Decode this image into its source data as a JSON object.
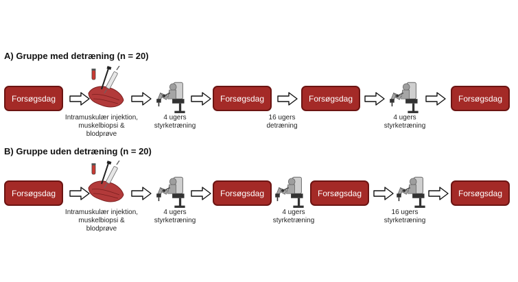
{
  "groups": [
    {
      "title": "A) Gruppe med detræning (n = 20)",
      "boxes": [
        "Forsøgsdag",
        "Forsøgsdag",
        "Forsøgsdag",
        "Forsøgsdag"
      ],
      "captions": [
        [
          "Intramuskulær injektion,",
          "muskelbiopsi &",
          "blodprøve"
        ],
        [
          "4 ugers",
          "styrketræning"
        ],
        [
          "16 ugers",
          "detræning"
        ],
        [
          "4 ugers",
          "styrketræning"
        ]
      ]
    },
    {
      "title": "B) Gruppe uden detræning (n = 20)",
      "boxes": [
        "Forsøgsdag",
        "Forsøgsdag",
        "Forsøgsdag",
        "Forsøgsdag"
      ],
      "captions": [
        [
          "Intramuskulær injektion,",
          "muskelbiopsi &",
          "blodprøve"
        ],
        [
          "4 ugers",
          "styrketræning"
        ],
        [
          "4 ugers",
          "styrketræning"
        ],
        [
          "16 ugers",
          "styrketræning"
        ]
      ]
    }
  ],
  "colors": {
    "box_fill": "#a42a27",
    "box_border": "#6b1412",
    "muscle": "#b23a3a",
    "person": "#9e9e9e"
  },
  "icons": [
    "muscle-injection-icon",
    "leg-press-exercise-icon"
  ]
}
